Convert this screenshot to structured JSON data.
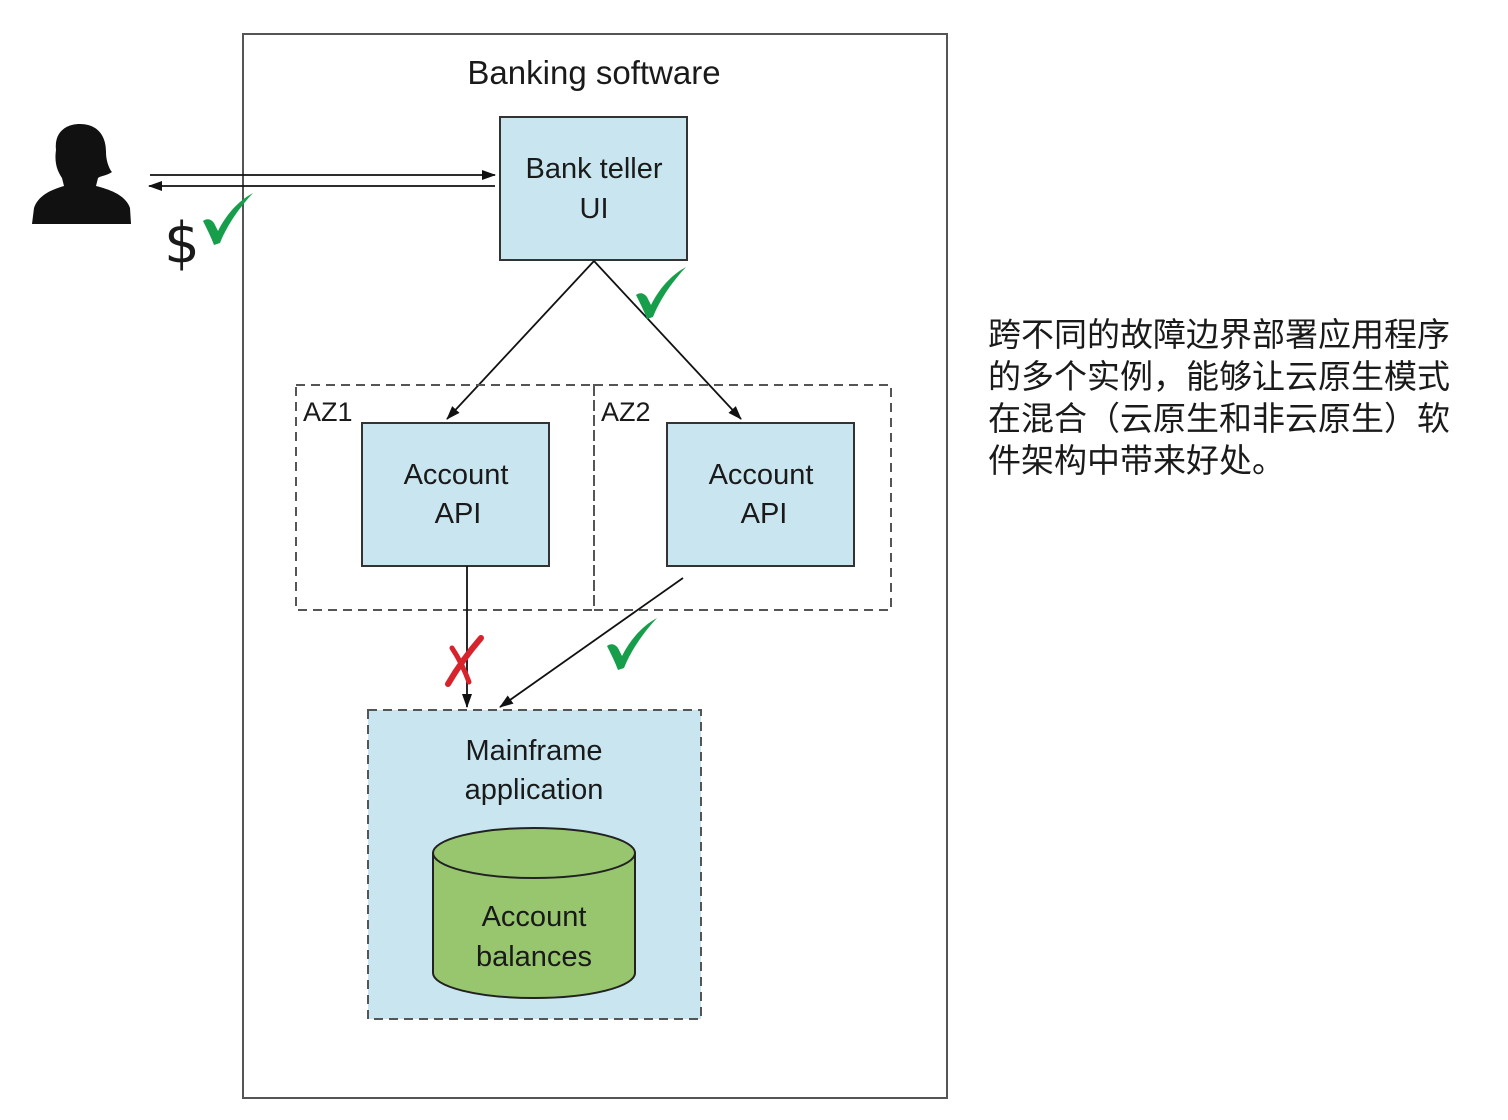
{
  "diagram": {
    "title": "Banking software",
    "customer": {
      "icon": "person-icon",
      "currency_symbol": "$",
      "status_icon": "check-icon"
    },
    "bank_teller_ui": {
      "line1": "Bank teller",
      "line2": "UI",
      "status_icon": "check-icon"
    },
    "zones": [
      {
        "label": "AZ1",
        "api": {
          "line1": "Account",
          "line2": "API"
        },
        "mainframe_link_icon": "cross-icon"
      },
      {
        "label": "AZ2",
        "api": {
          "line1": "Account",
          "line2": "API"
        },
        "mainframe_link_icon": "check-icon"
      }
    ],
    "mainframe": {
      "line1": "Mainframe",
      "line2": "application",
      "database": {
        "line1": "Account",
        "line2": "balances"
      }
    }
  },
  "caption": {
    "lines": [
      "跨不同的故障边界部署应用程序",
      "的多个实例，能够让云原生模式",
      "在混合（云原生和非云原生）软",
      "件架构中带来好处。"
    ]
  },
  "colors": {
    "box_fill": "#c9e6f0",
    "database_fill": "#97c66f",
    "check": "#169e4b",
    "cross": "#d6232c",
    "line": "#111111",
    "border": "#555555"
  }
}
